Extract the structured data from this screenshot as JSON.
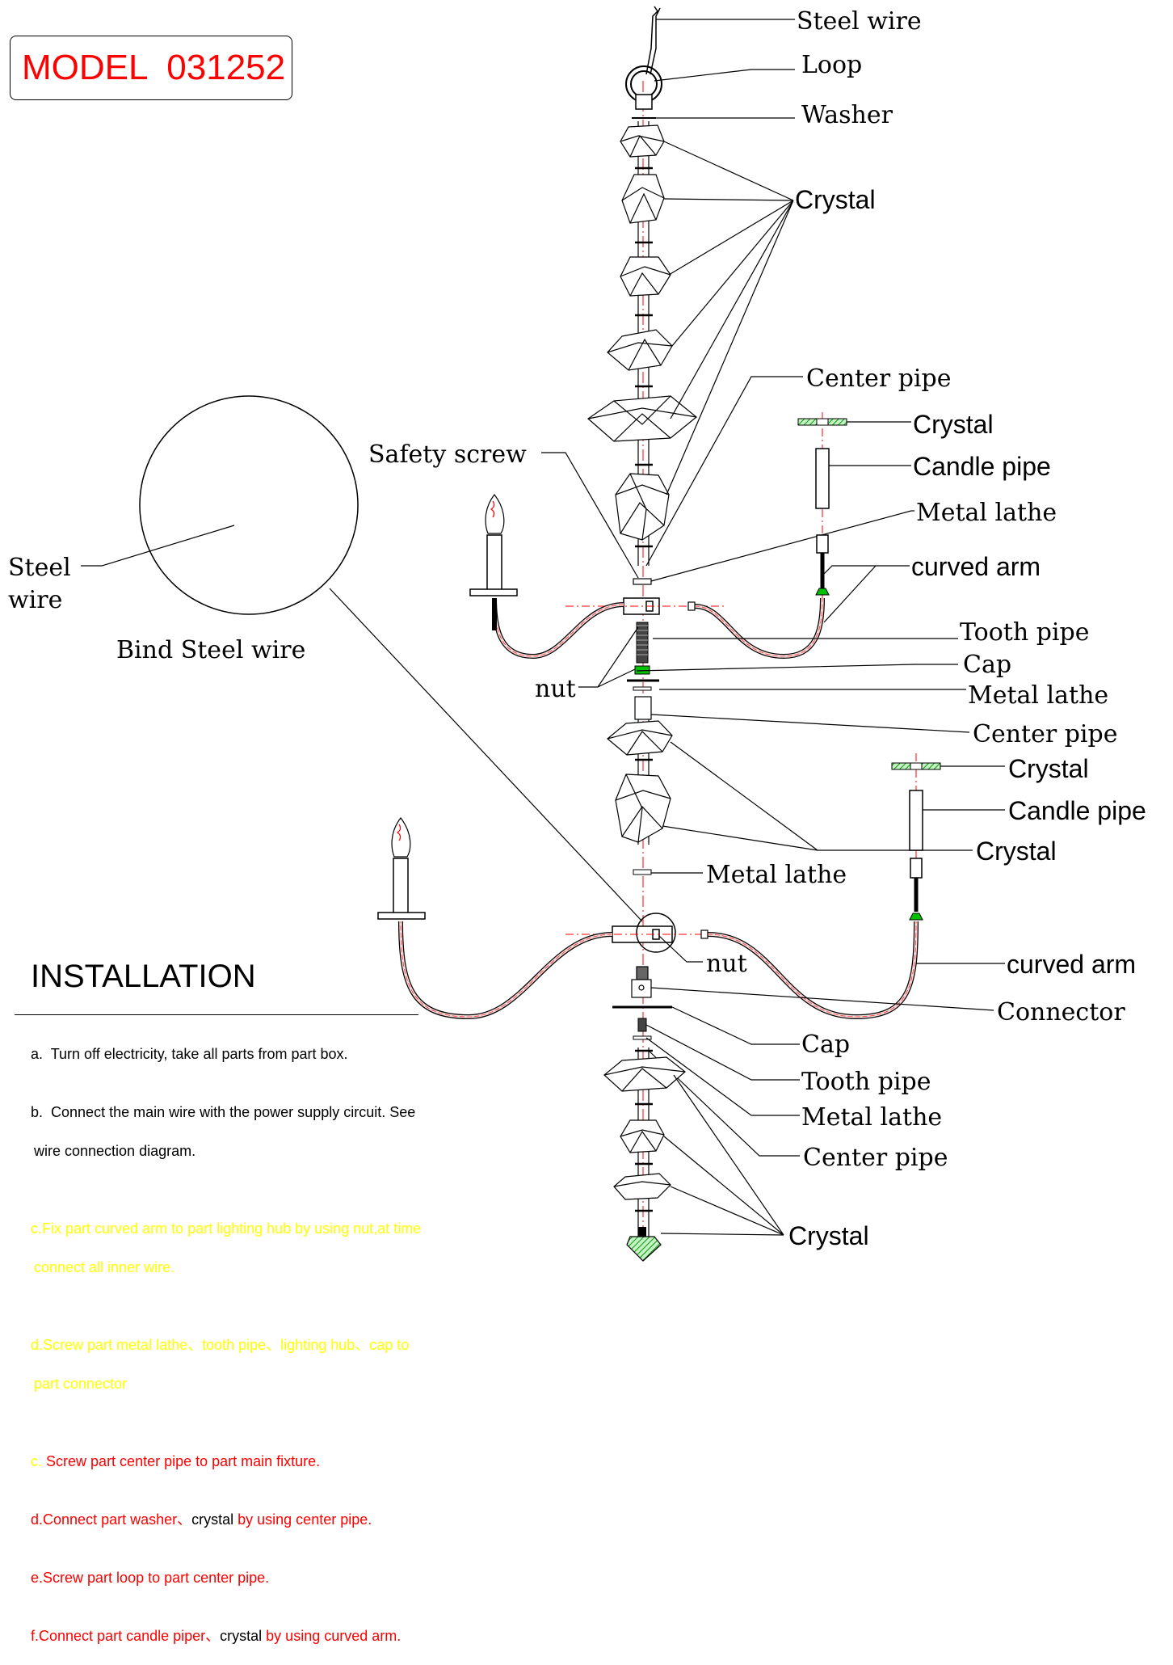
{
  "model": "MODEL  031252",
  "labels": {
    "steel_wire_top": "Steel wire",
    "loop": "Loop",
    "washer": "Washer",
    "crystal_cluster_top": "Crystal",
    "center_pipe_1": "Center pipe",
    "safety_screw": "Safety screw",
    "crystal_right_1": "Crystal",
    "candle_pipe_1": "Candle pipe",
    "metal_lathe_1": "Metal lathe",
    "curved_arm_1": "curved arm",
    "tooth_pipe_1": "Tooth pipe",
    "cap_1": "Cap",
    "nut_1": "nut",
    "metal_lathe_2": "Metal lathe",
    "center_pipe_2": "Center pipe",
    "crystal_right_2": "Crystal",
    "candle_pipe_2": "Candle pipe",
    "crystal_mid": "Crystal",
    "metal_lathe_3": "Metal lathe",
    "nut_2": "nut",
    "curved_arm_2": "curved arm",
    "connector": "Connector",
    "cap_2": "Cap",
    "tooth_pipe_2": "Tooth pipe",
    "metal_lathe_4": "Metal lathe",
    "center_pipe_3": "Center pipe",
    "crystal_bottom": "Crystal"
  },
  "detail": {
    "steel_wire_line1": "Steel",
    "steel_wire_line2": "wire",
    "caption": "Bind Steel wire"
  },
  "installation": {
    "title": "INSTALLATION",
    "steps": [
      {
        "line1": "a.  Turn off electricity, take all parts from part box.",
        "line2": "",
        "color": "#000000"
      },
      {
        "line1": "b.  Connect the main wire with the power supply circuit. See",
        "line2": "wire connection diagram.",
        "color": "#000000"
      },
      {
        "line1": "c.Fix part curved arm to part lighting hub by using nut,at time",
        "line2": "connect all inner wire.",
        "color": "#ffff00"
      },
      {
        "line1": "d.Screw part metal lathe、tooth pipe、lighting hub、cap to",
        "line2": "part connector",
        "color": "#ffff00"
      }
    ],
    "step_c2": {
      "prefix": "c.",
      "text": " Screw part center pipe to part main fixture."
    },
    "step_d2": {
      "a": "d.Connect part washer、",
      "b": "crystal",
      "c": " by using center pipe."
    },
    "step_e2": "e.Screw part loop to part center pipe.",
    "step_f2": {
      "a": "f.Connect part candle piper、",
      "b": "crystal",
      "c": " by using curved arm."
    }
  },
  "colors": {
    "line": "#000000",
    "centerline": "#ff0000",
    "accent_green": "#00c000",
    "label_red": "#ff0000",
    "label_yellow": "#ffff00"
  }
}
